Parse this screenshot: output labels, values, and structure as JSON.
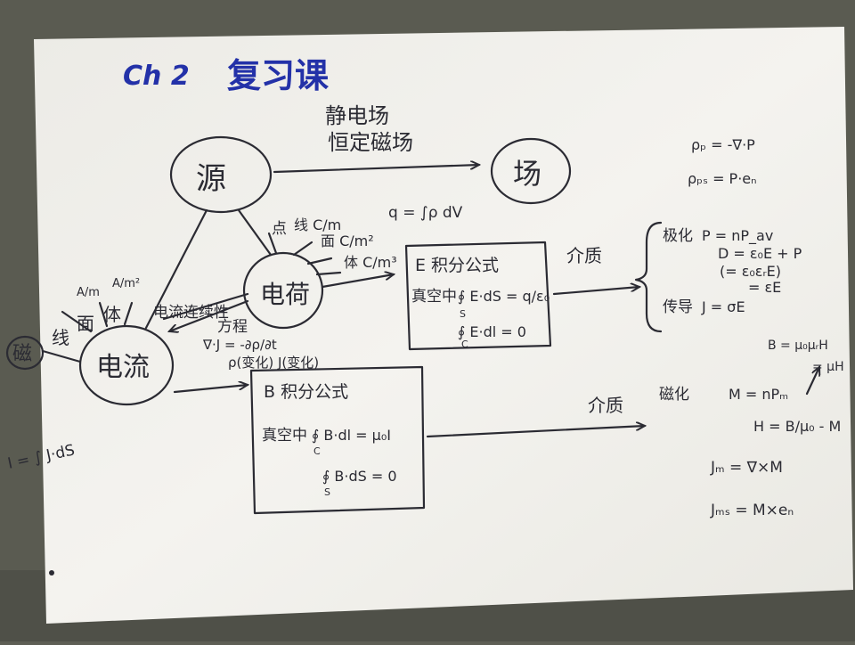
{
  "title": {
    "chapter": "Ch 2",
    "name": "复习课"
  },
  "top_labels": {
    "line1": "静电场",
    "line2": "恒定磁场"
  },
  "nodes": {
    "source": "源",
    "field": "场",
    "charge": "电荷",
    "current": "电流",
    "magnet": "磁"
  },
  "charge_distributions": {
    "point": "点",
    "line": "线 C/m",
    "surface": "面 C/m²",
    "volume": "体 C/m³",
    "total_charge": "q = ∫ρ dV"
  },
  "current_distributions": {
    "line": "线",
    "surface": "面",
    "volume": "体",
    "surface_unit": "A/m",
    "volume_unit": "A/m²"
  },
  "continuity": {
    "label1": "电流连续性",
    "label2": "方程",
    "equation": "∇·J = -∂ρ/∂t",
    "note": "ρ(变化) J(变化)",
    "current_integral": "I = ∫ J·dS"
  },
  "box_e": {
    "title": "E 积分公式",
    "vacuum": "真空中",
    "gauss": "∮ E·dS = q/ε₀",
    "curl": "∮ E·dl = 0",
    "sub_s": "S",
    "sub_c": "C"
  },
  "box_b": {
    "title": "B 积分公式",
    "vacuum": "真空中",
    "ampere": "∮ B·dl = μ₀I",
    "gauss": "∮ B·dS = 0",
    "sub_c": "C",
    "sub_s": "S"
  },
  "medium_e": {
    "label": "介质",
    "polarization": "极化",
    "p_def": "P = nP_av",
    "d_def": "D = ε₀E + P",
    "d_eq": "(= ε₀εᵣE)",
    "conduction": "传导",
    "j_def": "J = σE",
    "eps": "= εE"
  },
  "bound_charge": {
    "rho_p": "ρₚ = -∇·P",
    "rho_ps": "ρₚₛ = P·eₙ"
  },
  "medium_b": {
    "label": "介质",
    "magnetization": "磁化",
    "m_def": "M = nPₘ",
    "b_def": "B = μ₀μᵣH",
    "b_eq": "= μH",
    "h_def": "H = B/μ₀ - M",
    "jm_def": "Jₘ = ∇×M",
    "jms_def": "Jₘₛ = M×eₙ"
  },
  "colors": {
    "paper": "#f3f2ee",
    "ink": "#2b2b33",
    "title_ink": "#2331a8",
    "background": "#5e5f55"
  }
}
